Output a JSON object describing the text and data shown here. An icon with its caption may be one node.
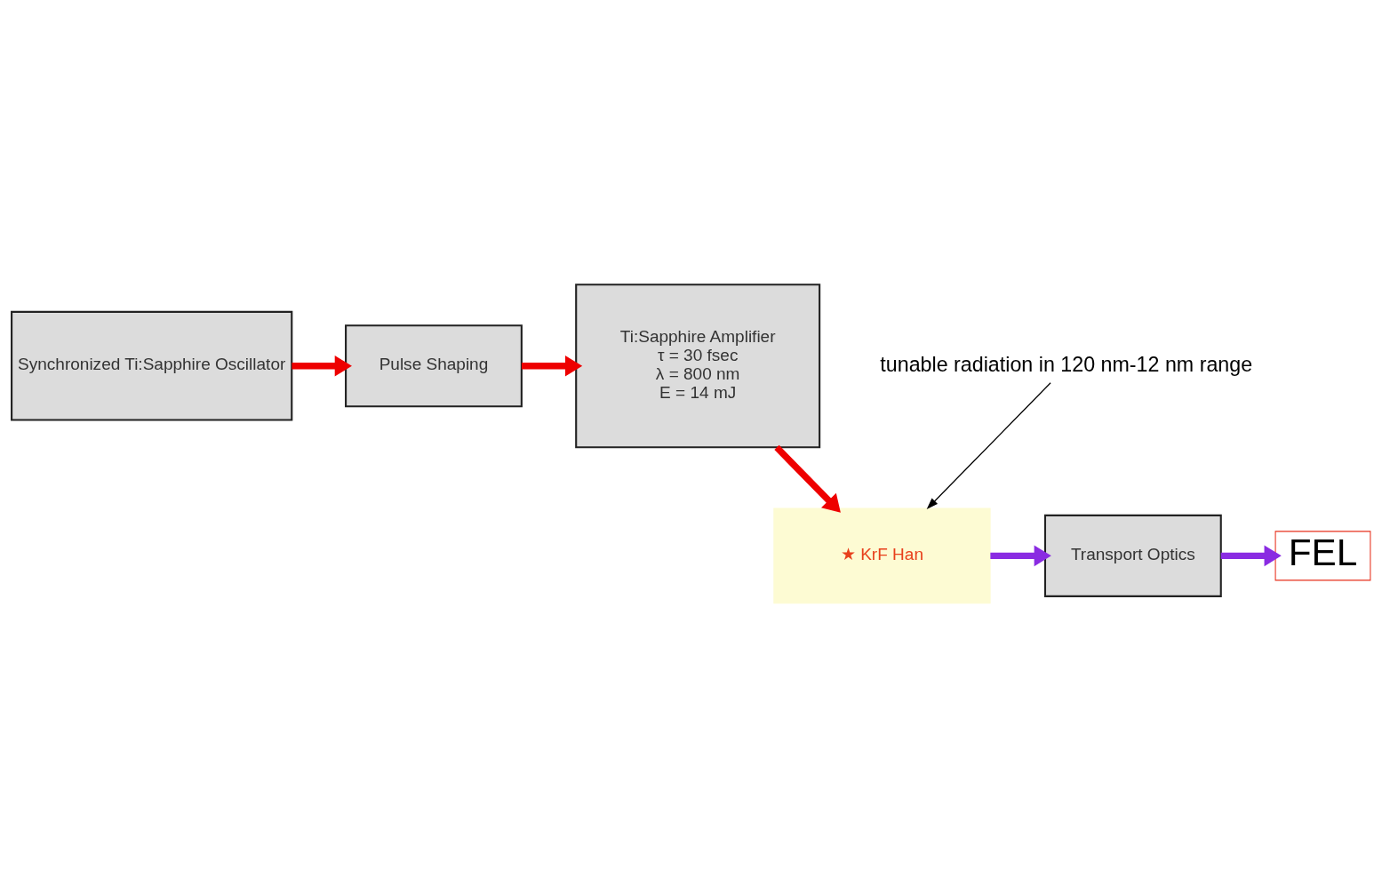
{
  "diagram": {
    "nodes": [
      {
        "text": [
          "Synchronized Ti:Sapphire Oscillator"
        ]
      },
      {
        "text": [
          "Pulse Shaping"
        ]
      },
      {
        "text": [
          "Ti:Sapphire Amplifier",
          "τ = 30 fsec",
          "λ = 800 nm",
          "E = 14 mJ"
        ]
      },
      {
        "text": [
          "★ KrF Han"
        ]
      },
      {
        "text": [
          "Transport Optics"
        ]
      },
      {
        "text": [
          "FEL"
        ]
      },
      {
        "text": [
          "tunable radiation in 120 nm-12 nm range"
        ]
      }
    ],
    "edges": [
      {
        "from": 0,
        "to": 1,
        "arrow": "to"
      },
      {
        "from": 1,
        "to": 2,
        "arrow": "to"
      },
      {
        "from": 2,
        "to": 3,
        "arrow": "to"
      },
      {
        "from": 3,
        "to": 4,
        "arrow": "to",
        "color": "#8a2be2"
      },
      {
        "from": 4,
        "to": 5,
        "arrow": "to",
        "color": "#8a2be2"
      },
      {
        "from": 6,
        "to": 3,
        "arrow": "to",
        "color": "#000000"
      }
    ]
  }
}
